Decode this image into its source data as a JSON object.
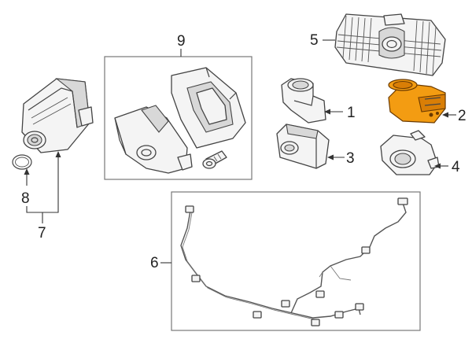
{
  "callouts": {
    "c1": "1",
    "c2": "2",
    "c3": "3",
    "c4": "4",
    "c5": "5",
    "c6": "6",
    "c7": "7",
    "c8": "8",
    "c9": "9"
  },
  "highlight_color": "#f39c12",
  "highlighted_part": "2"
}
